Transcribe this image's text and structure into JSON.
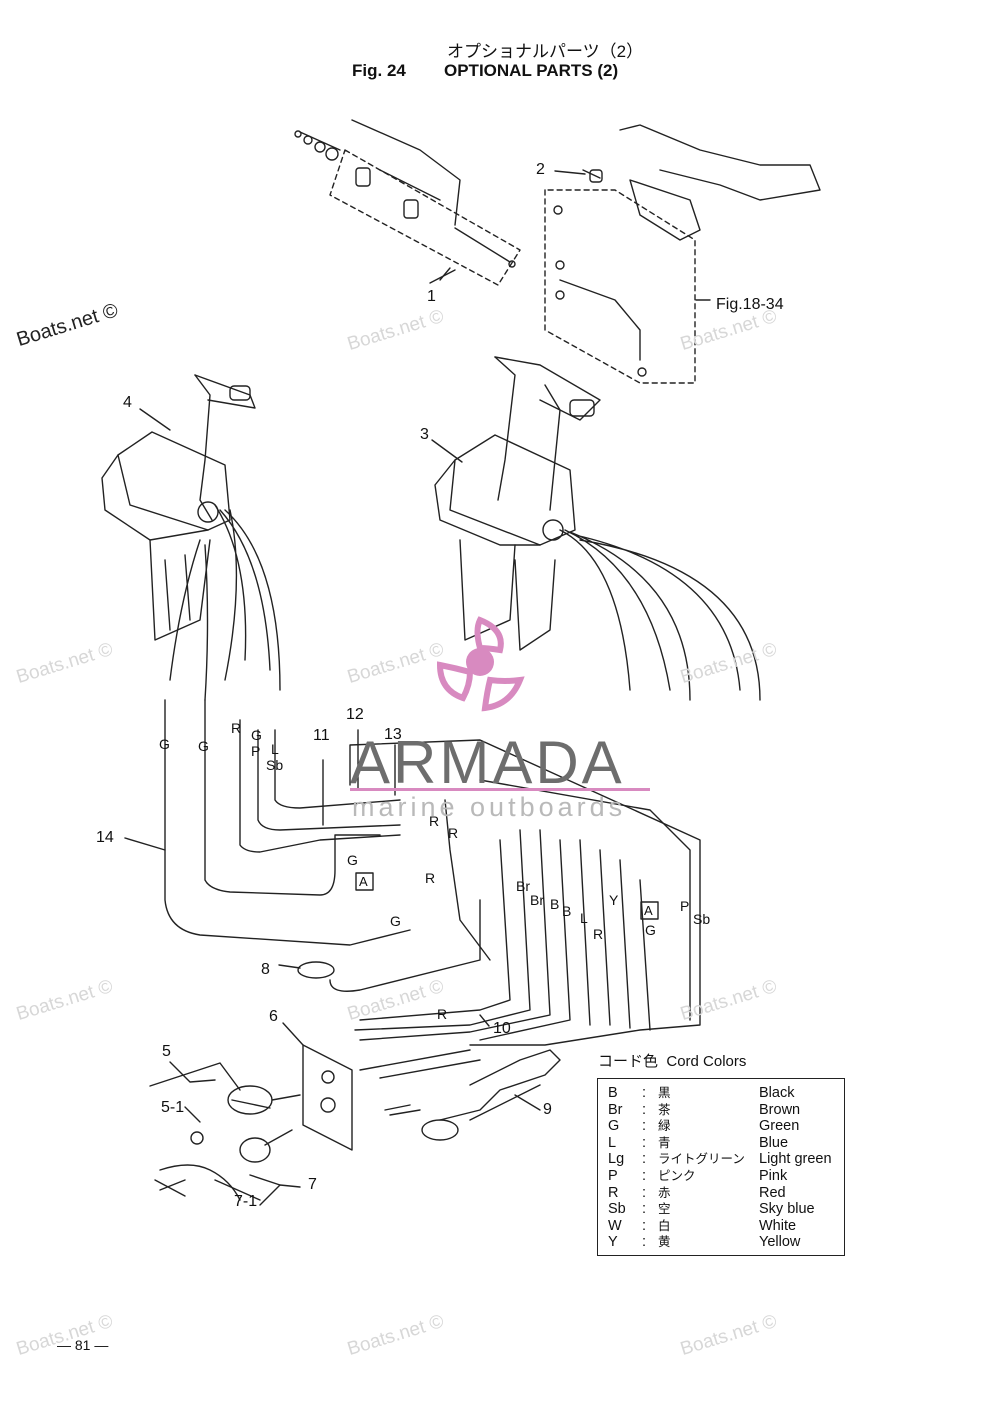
{
  "header": {
    "title_jp": "オプショナルパーツ（2）",
    "fig_number": "Fig. 24",
    "title_en": "OPTIONAL PARTS (2)"
  },
  "watermarks": {
    "main": "Boats.net ©",
    "faded": "Boats.net ©"
  },
  "brand": {
    "name": "ARMADA",
    "tagline": "marine outboards",
    "accent_color": "#d88ac0"
  },
  "diagram": {
    "part_numbers": [
      "1",
      "2",
      "3",
      "4",
      "5",
      "5-1",
      "6",
      "7",
      "7-1",
      "8",
      "9",
      "10",
      "11",
      "12",
      "13",
      "14"
    ],
    "reference": "Fig.18-34",
    "connector_mark": "A",
    "wire_labels": [
      "G",
      "G",
      "R",
      "G",
      "P",
      "L",
      "Sb",
      "R",
      "R",
      "G",
      "R",
      "G",
      "Br",
      "Br",
      "B",
      "B",
      "L",
      "Y",
      "R",
      "G",
      "P",
      "Sb",
      "R"
    ]
  },
  "cord_colors": {
    "title_jp": "コード色",
    "title_en": "Cord Colors",
    "rows": [
      {
        "code": "B",
        "sep": ":",
        "jp": "黒",
        "en": "Black"
      },
      {
        "code": "Br",
        "sep": ":",
        "jp": "茶",
        "en": "Brown"
      },
      {
        "code": "G",
        "sep": ":",
        "jp": "緑",
        "en": "Green"
      },
      {
        "code": "L",
        "sep": ":",
        "jp": "青",
        "en": "Blue"
      },
      {
        "code": "Lg",
        "sep": ":",
        "jp": "ライトグリーン",
        "en": "Light green"
      },
      {
        "code": "P",
        "sep": ":",
        "jp": "ピンク",
        "en": "Pink"
      },
      {
        "code": "R",
        "sep": ":",
        "jp": "赤",
        "en": "Red"
      },
      {
        "code": "Sb",
        "sep": ":",
        "jp": "空",
        "en": "Sky blue"
      },
      {
        "code": "W",
        "sep": ":",
        "jp": "白",
        "en": "White"
      },
      {
        "code": "Y",
        "sep": ":",
        "jp": "黄",
        "en": "Yellow"
      }
    ]
  },
  "footer": {
    "page_number": "— 81 —"
  }
}
